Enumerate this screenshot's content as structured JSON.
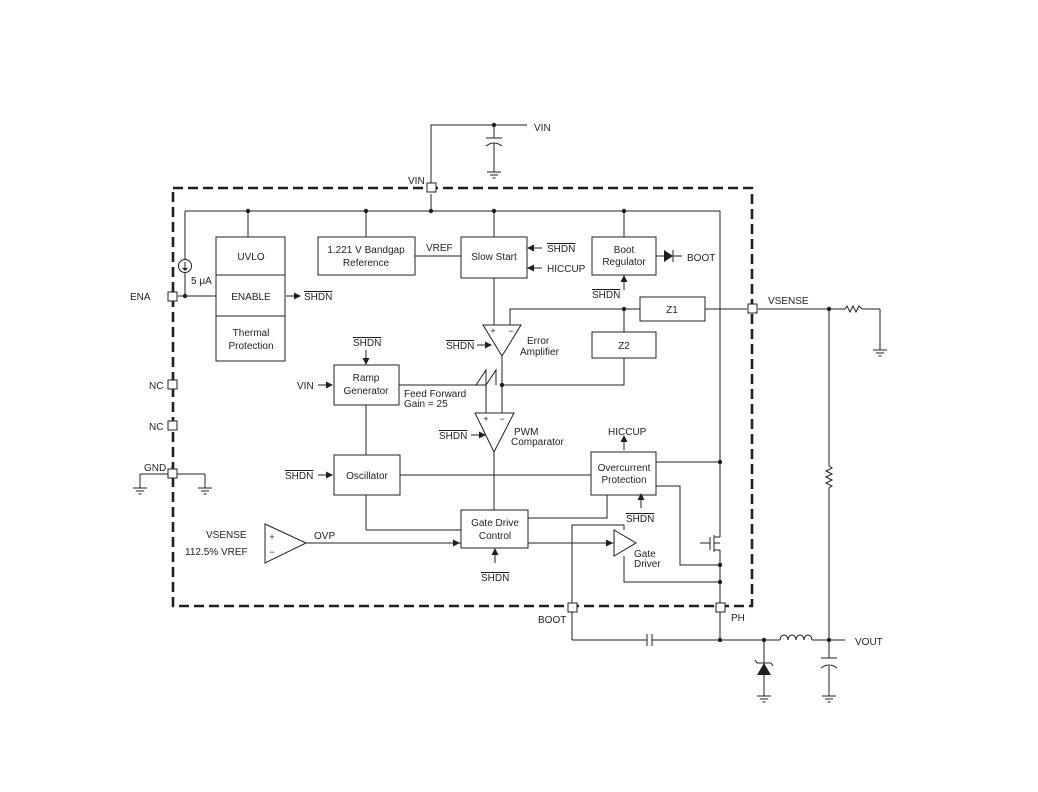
{
  "external": {
    "vin_supply": "VIN",
    "ena": "ENA",
    "nc_1": "NC",
    "nc_2": "NC",
    "gnd": "GND",
    "vsense_pin": "VSENSE",
    "boot_pin": "BOOT",
    "ph_pin": "PH",
    "vout": "VOUT",
    "vin_pin": "VIN"
  },
  "blocks": {
    "uvlo": "UVLO",
    "enable": "ENABLE",
    "thermal_line1": "Thermal",
    "thermal_line2": "Protection",
    "bandgap_line1": "1.221 V Bandgap",
    "bandgap_line2": "Reference",
    "slow_start": "Slow Start",
    "boot_reg_line1": "Boot",
    "boot_reg_line2": "Regulator",
    "z1": "Z1",
    "z2": "Z2",
    "ramp_line1": "Ramp",
    "ramp_line2": "Generator",
    "oscillator": "Oscillator",
    "overcurrent_line1": "Overcurrent",
    "overcurrent_line2": "Protection",
    "gate_drive_line1": "Gate Drive",
    "gate_drive_line2": "Control"
  },
  "labels": {
    "current_source": "5 μA",
    "shdn": "SHDN",
    "vref": "VREF",
    "hiccup_in": "HICCUP",
    "hiccup_out": "HICCUP",
    "boot_internal": "BOOT",
    "error_amp_line1": "Error",
    "error_amp_line2": "Amplifier",
    "vin_ramp": "VIN",
    "feed_forward_line1": "Feed Forward",
    "feed_forward_line2": "Gain = 25",
    "pwm_line1": "PWM",
    "pwm_line2": "Comparator",
    "gate_driver_line1": "Gate",
    "gate_driver_line2": "Driver",
    "ovp_vsense": "VSENSE",
    "ovp_vref": "112.5% VREF",
    "ovp": "OVP",
    "plus": "+",
    "minus": "−"
  }
}
